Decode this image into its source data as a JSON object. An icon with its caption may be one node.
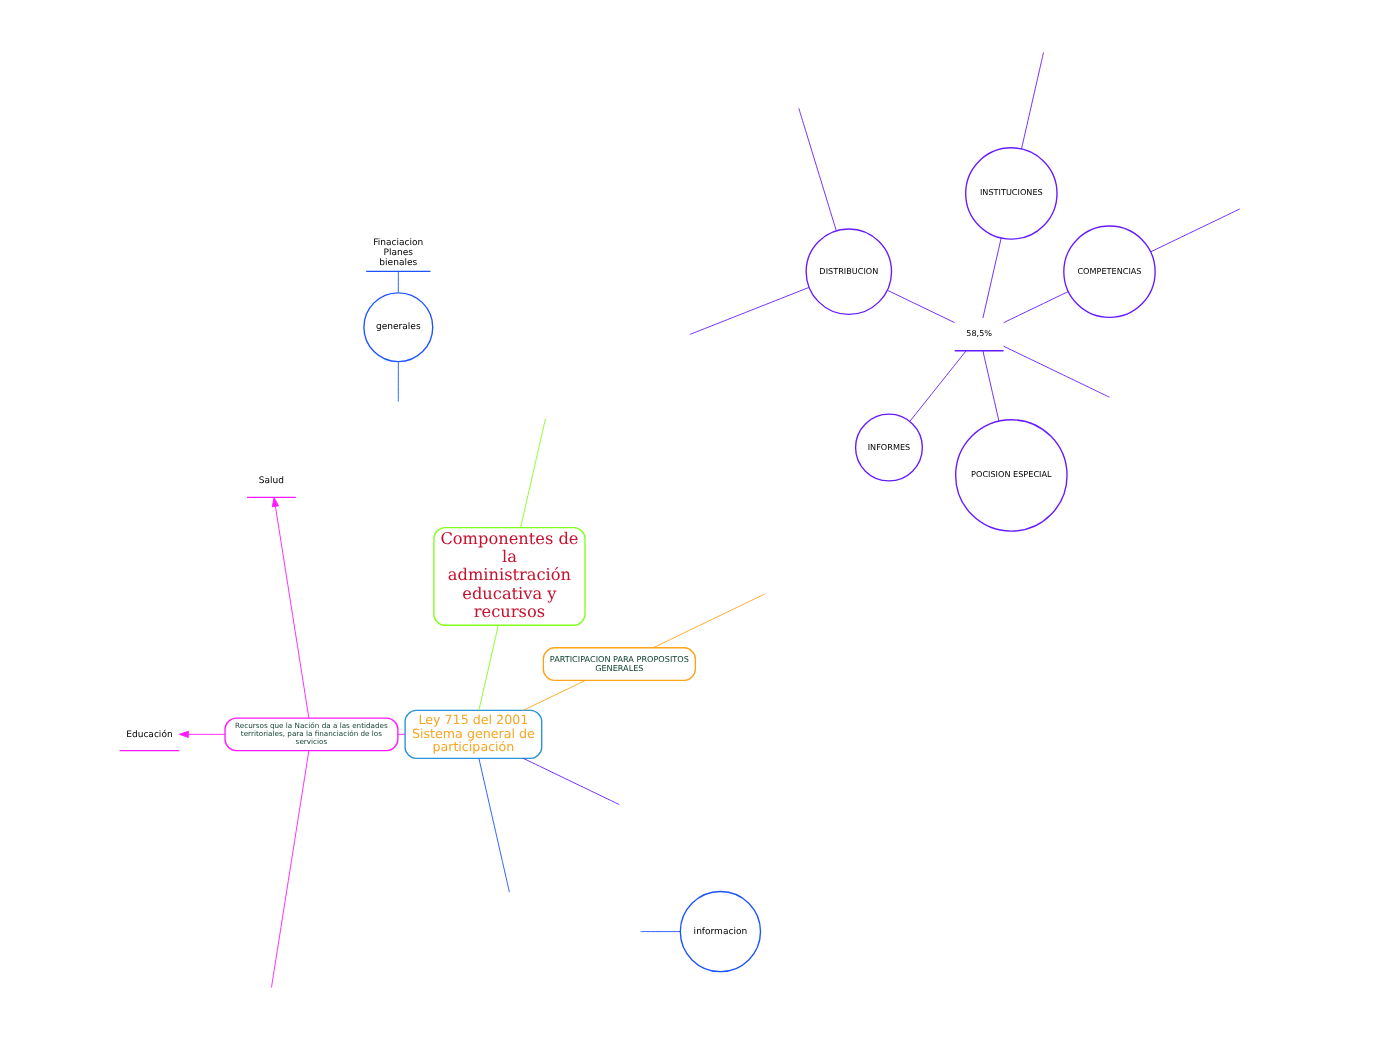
{
  "diagram": {
    "nodes": [
      {
        "text": [
          "Ley 715 del 2001 Sistema general de participación"
        ]
      },
      {
        "text": [
          "generales"
        ]
      },
      {
        "text": [
          "Finaciacion Planes bienales"
        ]
      },
      {
        "text": [
          "informacion"
        ]
      },
      {
        "text": [
          "PARTICIPACION PARA PROPOSITOS GENERALES"
        ]
      },
      {
        "text": [
          "Componentes de la administración educativa y recursos"
        ]
      },
      {
        "text": [
          "Recursos que la Nación da a las entidades territoriales, para la financiación de los servicios"
        ]
      },
      {
        "text": [
          "Salud"
        ]
      },
      {
        "text": [
          "Educación"
        ]
      },
      {
        "text": [
          "58,5%"
        ]
      },
      {
        "text": [
          "COMPETENCIAS"
        ]
      },
      {
        "text": [
          "INSTITUCIONES"
        ]
      },
      {
        "text": [
          "DISTRIBUCION"
        ]
      },
      {
        "text": [
          "INFORMES"
        ]
      },
      {
        "text": [
          "POCISION ESPECIAL"
        ]
      }
    ],
    "edges": [
      {
        "from": 0,
        "to": null,
        "arrow": "none",
        "color": "#1a53ff"
      },
      {
        "from": null,
        "to": 1,
        "arrow": "none",
        "color": "#1a53ff"
      },
      {
        "from": null,
        "to": 3,
        "arrow": "none",
        "color": "#1a53ff"
      },
      {
        "from": 1,
        "to": 2,
        "arrow": "none",
        "color": "#1a53ff"
      },
      {
        "from": 0,
        "to": 4,
        "arrow": "none",
        "color": "#ffa31a"
      },
      {
        "from": 4,
        "to": null,
        "arrow": "none",
        "color": "#ffa31a"
      },
      {
        "from": 0,
        "to": 5,
        "arrow": "none",
        "color": "#80ff1a"
      },
      {
        "from": 5,
        "to": null,
        "arrow": "none",
        "color": "#80ff1a"
      },
      {
        "from": 0,
        "to": 6,
        "arrow": "none",
        "color": "#ff1aff"
      },
      {
        "from": 6,
        "to": 7,
        "arrow": "to",
        "color": "#ff1aff"
      },
      {
        "from": 6,
        "to": 8,
        "arrow": "to",
        "color": "#ff1aff"
      },
      {
        "from": 6,
        "to": null,
        "arrow": "none",
        "color": "#ff1aff"
      },
      {
        "from": 0,
        "to": null,
        "arrow": "none",
        "color": "#661aff"
      },
      {
        "from": null,
        "to": 9,
        "arrow": "none",
        "color": "#661aff"
      },
      {
        "from": 9,
        "to": 10,
        "arrow": "none",
        "color": "#661aff"
      },
      {
        "from": 9,
        "to": 11,
        "arrow": "none",
        "color": "#661aff"
      },
      {
        "from": 9,
        "to": 12,
        "arrow": "none",
        "color": "#661aff"
      },
      {
        "from": 9,
        "to": 13,
        "arrow": "none",
        "color": "#661aff"
      },
      {
        "from": 9,
        "to": 14,
        "arrow": "none",
        "color": "#661aff"
      },
      {
        "from": 10,
        "to": null,
        "arrow": "none",
        "color": "#661aff"
      },
      {
        "from": 11,
        "to": null,
        "arrow": "none",
        "color": "#661aff"
      },
      {
        "from": 12,
        "to": null,
        "arrow": "none",
        "color": "#661aff"
      },
      {
        "from": 12,
        "to": null,
        "arrow": "none",
        "color": "#661aff"
      }
    ]
  }
}
